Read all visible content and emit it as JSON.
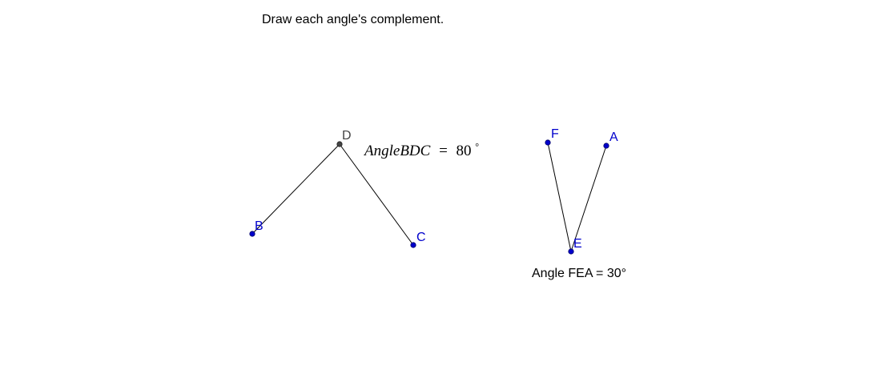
{
  "instruction": "Draw each angle's complement.",
  "colors": {
    "free_point": "#0000cc",
    "fixed_point": "#444444",
    "text": "#000000",
    "segment": "#000000"
  },
  "angle_bdc": {
    "points": {
      "D": {
        "label": "D"
      },
      "B": {
        "label": "B"
      },
      "C": {
        "label": "C"
      }
    },
    "measure_name": "AngleBDC",
    "measure_eq": "=",
    "measure_value": "80",
    "measure_unit": "°"
  },
  "angle_fea": {
    "points": {
      "F": {
        "label": "F"
      },
      "A": {
        "label": "A"
      },
      "E": {
        "label": "E"
      }
    },
    "caption": "Angle FEA = 30°"
  }
}
